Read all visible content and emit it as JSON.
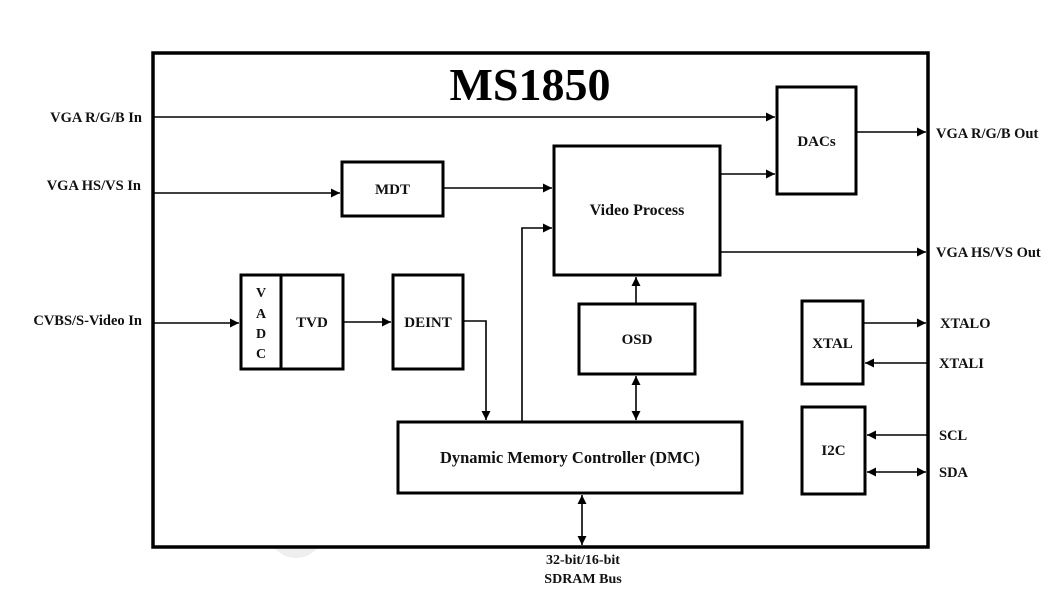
{
  "chip": {
    "title": "MS1850"
  },
  "blocks": {
    "dacs": "DACs",
    "mdt": "MDT",
    "video_process": "Video Process",
    "vadc": [
      "V",
      "A",
      "D",
      "C"
    ],
    "tvd": "TVD",
    "deint": "DEINT",
    "osd": "OSD",
    "xtal": "XTAL",
    "i2c": "I2C",
    "dmc": "Dynamic Memory Controller (DMC)"
  },
  "inputs": {
    "vga_rgb_in": "VGA R/G/B In",
    "vga_hsvs_in": "VGA HS/VS In",
    "cvbs_in": "CVBS/S-Video In"
  },
  "outputs": {
    "vga_rgb_out": "VGA R/G/B Out",
    "vga_hsvs_out": "VGA HS/VS Out"
  },
  "pins": {
    "xtalo": "XTALO",
    "xtali": "XTALI",
    "scl": "SCL",
    "sda": "SDA"
  },
  "bus": {
    "line1": "32-bit/16-bit",
    "line2": "SDRAM Bus"
  },
  "colors": {
    "stroke": "#000000",
    "background": "#ffffff",
    "watermark": "#eeeeee"
  }
}
